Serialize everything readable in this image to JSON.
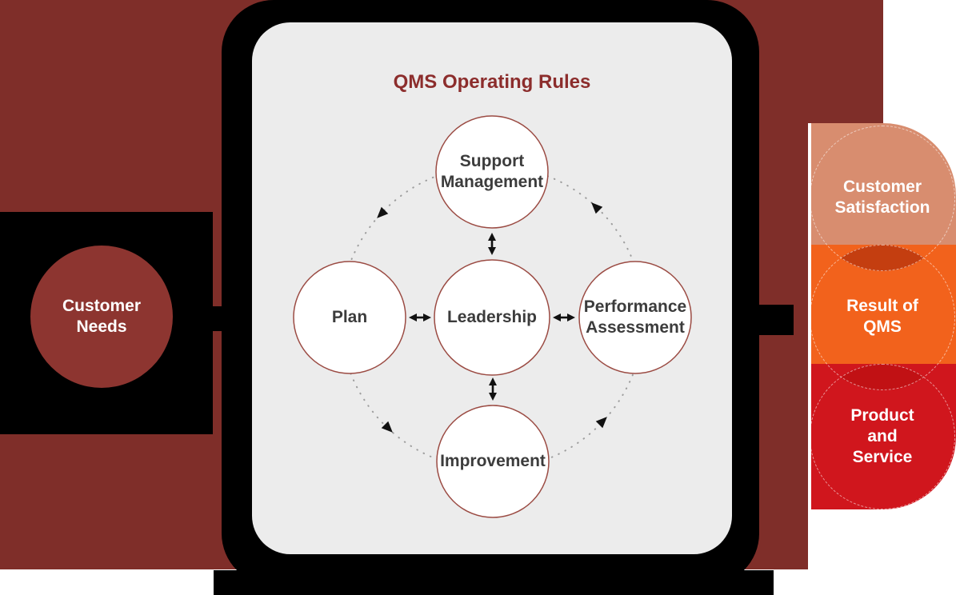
{
  "panel": {
    "title": "QMS Operating Rules",
    "nodes": {
      "support": "Support\nManagement",
      "plan": "Plan",
      "leadership": "Leadership",
      "performance": "Performance\nAssessment",
      "improvement": "Improvement"
    }
  },
  "left": {
    "customer_needs": "Customer\nNeeds"
  },
  "right": {
    "bands": [
      {
        "label": "Customer\nSatisfaction",
        "color": "#D88D6F"
      },
      {
        "label": "Result of\nQMS",
        "color": "#F2621C"
      },
      {
        "label": "Product\nand\nService",
        "color": "#D0161D"
      }
    ],
    "overlap_colors": [
      "#C43E10",
      "#C11114"
    ]
  },
  "colors": {
    "background_maroon": "#7F2E29",
    "customer_needs_circle": "#8D3530",
    "frame_black": "#000000",
    "panel_background": "#ECECEC",
    "title_text": "#8C2D2C",
    "node_circle_fill": "#FFFFFF",
    "node_circle_border": "#9B4B43",
    "node_text": "#3C3C3C",
    "ring_dots": "#9E9E9E",
    "arrow_black": "#111111",
    "band_label_text": "#FFFFFF"
  }
}
